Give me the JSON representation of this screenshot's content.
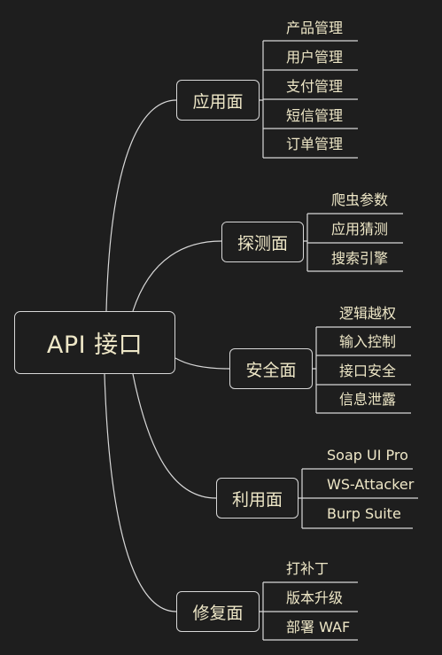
{
  "root": {
    "label": "API 接口"
  },
  "branches": [
    {
      "label": "应用面",
      "items": [
        "产品管理",
        "用户管理",
        "支付管理",
        "短信管理",
        "订单管理"
      ]
    },
    {
      "label": "探测面",
      "items": [
        "爬虫参数",
        "应用猜测",
        "搜索引擎"
      ]
    },
    {
      "label": "安全面",
      "items": [
        "逻辑越权",
        "输入控制",
        "接口安全",
        "信息泄露"
      ]
    },
    {
      "label": "利用面",
      "items": [
        "Soap UI Pro",
        "WS-Attacker",
        "Burp Suite"
      ]
    },
    {
      "label": "修复面",
      "items": [
        "打补丁",
        "版本升级",
        "部署 WAF"
      ]
    }
  ],
  "colors": {
    "background": "#1e1e1e",
    "line": "#d8d8d8",
    "text": "#eee7c7"
  }
}
